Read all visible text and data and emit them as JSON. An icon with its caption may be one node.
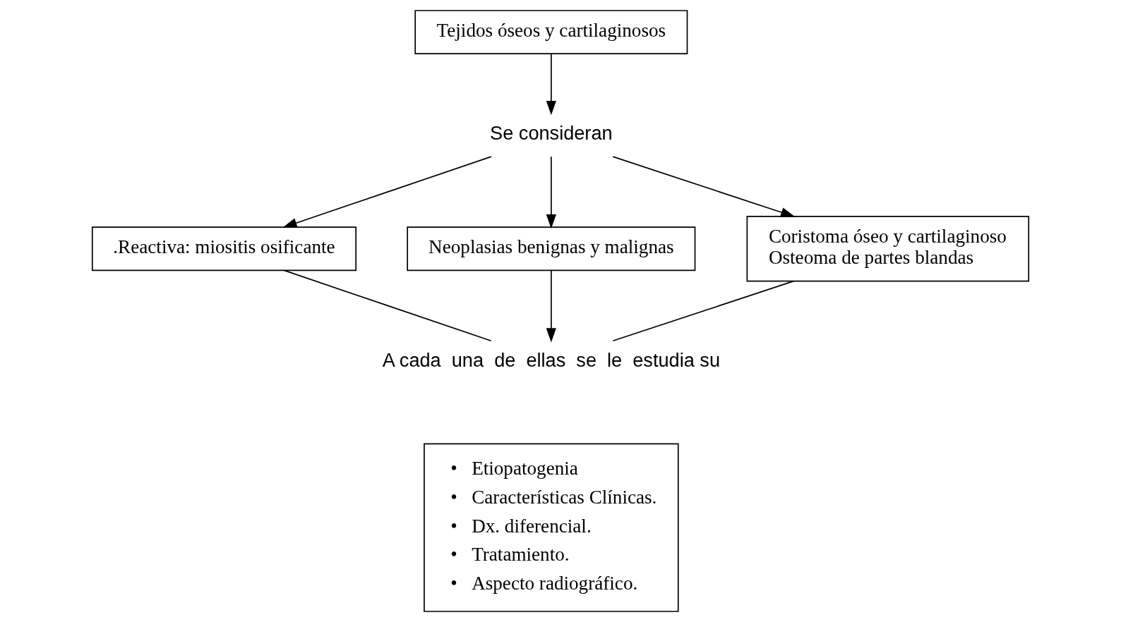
{
  "diagram": {
    "nodes": [
      {
        "text": [
          "Tejidos óseos y cartilaginosos"
        ]
      },
      {
        "text": [
          "Se consideran"
        ]
      },
      {
        "text": [
          ".Reactiva: miositis osificante"
        ]
      },
      {
        "text": [
          "Neoplasias benignas y malignas"
        ]
      },
      {
        "text": [
          "Coristoma óseo y cartilaginoso",
          "Osteoma de partes blandas"
        ]
      },
      {
        "text": [
          "A cada  una  de  ellas  se  le  estudia su"
        ]
      },
      {
        "text": [
          "•   Etiopatogenia",
          "•   Características Clínicas.",
          "•   Dx. diferencial.",
          "•   Tratamiento.",
          "•   Aspecto radiográfico."
        ]
      }
    ],
    "edges": [
      {
        "from": 0,
        "to": 1,
        "arrow": "to"
      },
      {
        "from": 1,
        "to": 2,
        "arrow": "to"
      },
      {
        "from": 1,
        "to": 3,
        "arrow": "to"
      },
      {
        "from": 1,
        "to": 4,
        "arrow": "to"
      },
      {
        "from": 3,
        "to": 5,
        "arrow": "to"
      },
      {
        "from": 2,
        "to": 5,
        "arrow": "none"
      },
      {
        "from": 4,
        "to": 5,
        "arrow": "none"
      }
    ]
  }
}
